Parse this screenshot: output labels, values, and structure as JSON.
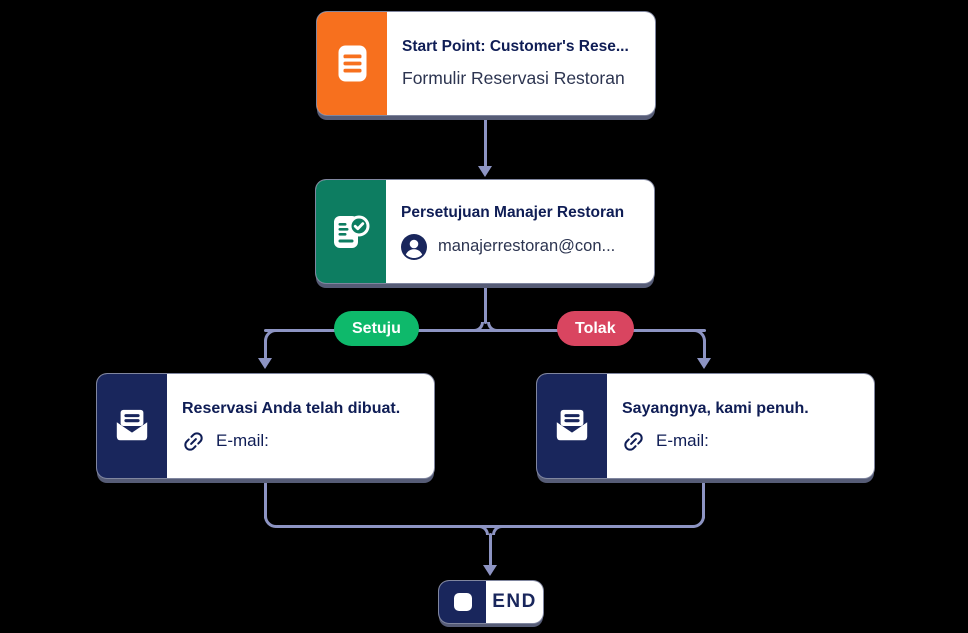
{
  "colors": {
    "canvas-bg": "#000000",
    "card-bg": "#ffffff",
    "card-outline": "#80869f",
    "card-shadow": "#565c76",
    "navy": "#19265c",
    "text-navy": "#0f1d55",
    "text-slate": "#2c3450",
    "orange": "#f7701e",
    "green": "#0d7d61",
    "pill-green": "#0eb96b",
    "pill-red": "#d94560",
    "line": "#8d94c3"
  },
  "nodes": {
    "start": {
      "icon": "form-icon",
      "title": "Start Point: Customer's Rese...",
      "subtitle": "Formulir Reservasi Restoran"
    },
    "approval": {
      "icon": "approval-icon",
      "title": "Persetujuan Manajer Restoran",
      "approver_icon": "avatar-icon",
      "approver": "manajerrestoran@con..."
    },
    "approved_email": {
      "icon": "open-mail-icon",
      "title": "Reservasi Anda telah dibuat.",
      "channel_icon": "link-icon",
      "channel_label": "E-mail:"
    },
    "denied_email": {
      "icon": "open-mail-icon",
      "title": "Sayangnya, kami penuh.",
      "channel_icon": "link-icon",
      "channel_label": "E-mail:"
    },
    "end": {
      "icon": "stop-icon",
      "label": "END"
    }
  },
  "branches": {
    "approve": {
      "label": "Setuju"
    },
    "deny": {
      "label": "Tolak"
    }
  }
}
